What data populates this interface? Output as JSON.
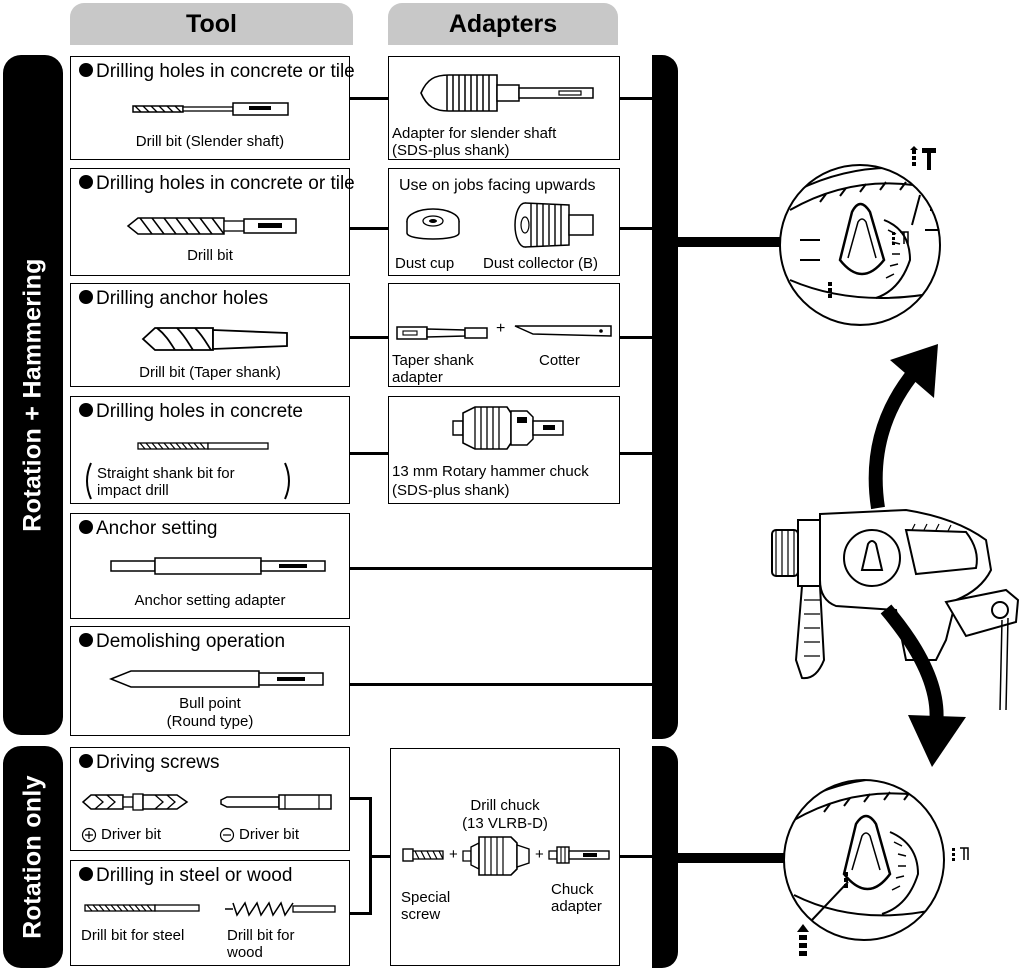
{
  "headers": {
    "tool": "Tool",
    "adapters": "Adapters"
  },
  "side_labels": {
    "rotation_hammering": "Rotation + Hammering",
    "rotation_only": "Rotation only"
  },
  "tools": [
    {
      "title": "Drilling holes in concrete or tile",
      "caption": "Drill bit (Slender shaft)"
    },
    {
      "title": "Drilling holes in concrete or tile",
      "caption": "Drill bit"
    },
    {
      "title": "Drilling anchor holes",
      "caption": "Drill bit (Taper shank)"
    },
    {
      "title": "Drilling holes in concrete",
      "caption_line1": "Straight shank bit for",
      "caption_line2": "impact drill"
    },
    {
      "title": "Anchor setting",
      "caption": "Anchor setting adapter"
    },
    {
      "title": "Demolishing operation",
      "caption_line1": "Bull point",
      "caption_line2": "(Round type)"
    },
    {
      "title": "Driving screws",
      "label_plus": "Driver bit",
      "label_minus": "Driver bit"
    },
    {
      "title": "Drilling in steel or wood",
      "label_steel": "Drill bit for steel",
      "label_wood_line1": "Drill bit for",
      "label_wood_line2": "wood"
    }
  ],
  "adapters": [
    {
      "caption_line1": "Adapter for slender shaft",
      "caption_line2": "(SDS-plus shank)"
    },
    {
      "heading": "Use on jobs facing upwards",
      "label_cup": "Dust cup",
      "label_collector": "Dust collector (B)"
    },
    {
      "label_taper_line1": "Taper  shank",
      "label_taper_line2": "adapter",
      "label_cotter": "Cotter",
      "plus": "+"
    },
    {
      "caption_line1": "13 mm Rotary hammer chuck",
      "caption_line2": "(SDS-plus shank)"
    },
    {
      "title_line1": "Drill chuck",
      "title_line2": "(13 VLRB-D)",
      "label_screw_line1": "Special",
      "label_screw_line2": "screw",
      "label_chuck_line1": "Chuck",
      "label_chuck_line2": "adapter",
      "plus": "+"
    }
  ]
}
